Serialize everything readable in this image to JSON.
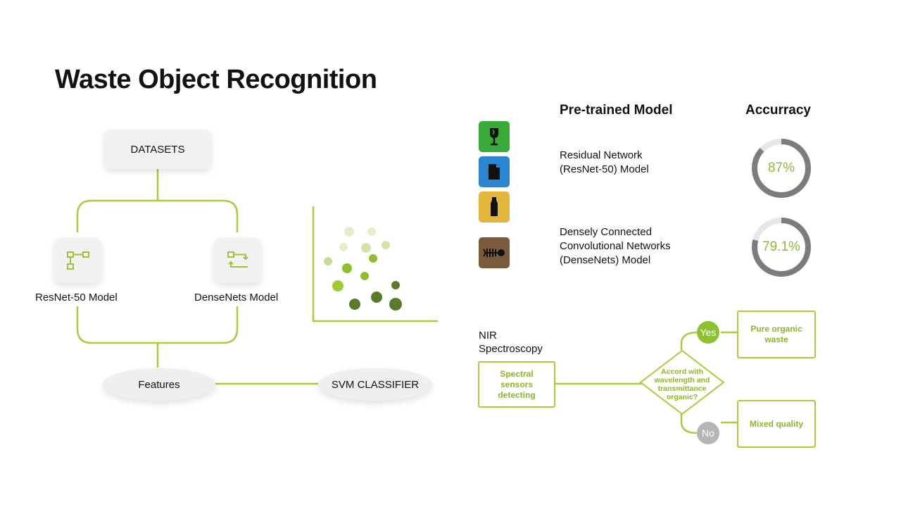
{
  "title": "Waste Object Recognition",
  "left_diagram": {
    "datasets": "DATASETS",
    "resnet_label": "ResNet-50 Model",
    "densenet_label": "DenseNets Model",
    "features": "Features",
    "svm": "SVM CLASSIFIER"
  },
  "table": {
    "model_header": "Pre-trained Model",
    "accuracy_header": "Accurracy",
    "models": [
      {
        "name_line1": "Residual Network",
        "name_line2": "(ResNet-50) Model",
        "name_line3": "",
        "accuracy_text": "87%",
        "accuracy_value": 87
      },
      {
        "name_line1": "Densely Connected",
        "name_line2": "Convolutional Networks",
        "name_line3": "(DenseNets) Model",
        "accuracy_text": "79.1%",
        "accuracy_value": 79.1
      }
    ]
  },
  "category_icons": [
    {
      "name": "glass-icon",
      "color": "#3aaa3a"
    },
    {
      "name": "paper-icon",
      "color": "#2b86d1"
    },
    {
      "name": "plastic-bottle-icon",
      "color": "#e3b63c"
    },
    {
      "name": "organic-fishbone-icon",
      "color": "#7a5a3a"
    }
  ],
  "flowchart": {
    "nir_line1": "NIR",
    "nir_line2": "Spectroscopy",
    "sensors_line1": "Spectral",
    "sensors_line2": "sensors",
    "sensors_line3": "detecting",
    "decision_line1": "Accord with",
    "decision_line2": "wavelength and",
    "decision_line3": "transmittance",
    "decision_line4": "organic?",
    "yes": "Yes",
    "no": "No",
    "pure_line1": "Pure organic",
    "pure_line2": "waste",
    "mixed": "Mixed quality"
  },
  "colors": {
    "accent_green": "#a8cc3c",
    "text_green": "#8cb52c",
    "ring_grey": "#7c7c7c",
    "ring_light": "#e6e6e6",
    "no_grey": "#b5b5b5"
  }
}
